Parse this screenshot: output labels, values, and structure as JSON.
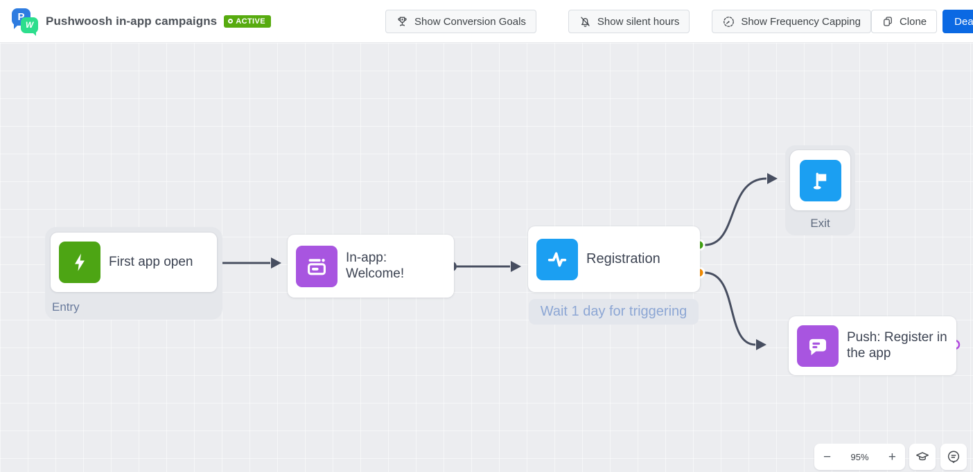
{
  "header": {
    "logo": {
      "letter_p": "P",
      "letter_w": "W"
    },
    "app_title": "Pushwoosh in-app campaigns",
    "status_badge": "ACTIVE",
    "buttons": {
      "conversion_goals": "Show Conversion Goals",
      "silent_hours": "Show silent hours",
      "frequency_capping": "Show Frequency Capping",
      "clone": "Clone",
      "deactivate": "Deactivate"
    }
  },
  "canvas": {
    "nodes": {
      "entry": {
        "title": "First app open",
        "group_label": "Entry",
        "icon": "lightning-icon",
        "icon_color": "#4da514"
      },
      "inapp": {
        "title": "In-app: Welcome!",
        "icon": "inapp-message-icon",
        "icon_color": "#a855e0"
      },
      "registration": {
        "title": "Registration",
        "note": "Wait 1 day for triggering",
        "icon": "pulse-icon",
        "icon_color": "#1b9ff2"
      },
      "exit": {
        "group_label": "Exit",
        "icon": "flag-icon",
        "icon_color": "#1b9ff2"
      },
      "push": {
        "title": "Push: Register in the app",
        "icon": "push-message-icon",
        "icon_color": "#a855e0"
      }
    },
    "ports": {
      "output_color": "#474e60",
      "success_color": "#3fa00f",
      "alternate_color": "#f18a00",
      "pending_color": "#b44be0"
    },
    "edge_color": "#474e60"
  },
  "footer": {
    "zoom_out": "−",
    "zoom_level": "95%",
    "zoom_in": "+",
    "icons": [
      "graduation-cap-icon",
      "feedback-bubble-icon"
    ]
  },
  "colors": {
    "primary_button": "#0b69e3",
    "active_badge": "#57ab0f",
    "canvas_background": "#ecedf0"
  }
}
